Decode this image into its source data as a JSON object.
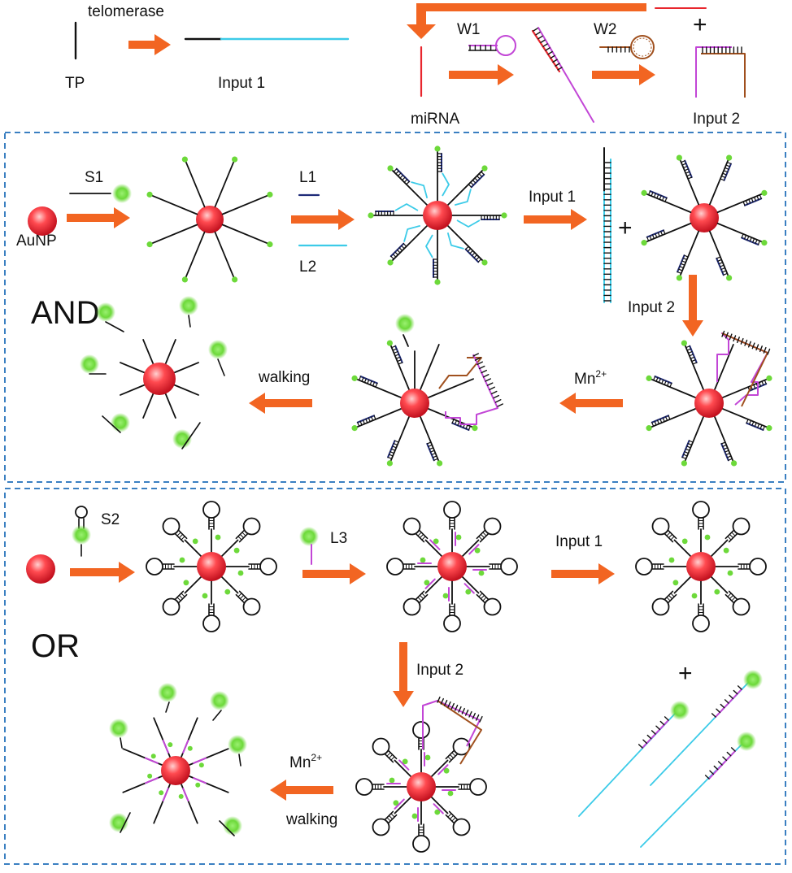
{
  "colors": {
    "arrow": "#f26522",
    "gold_red": "#e8262d",
    "frame": "#3a7fc1",
    "cyan": "#3ccbe8",
    "navy": "#1e2a78",
    "magenta": "#c246d6",
    "brown": "#a0501e",
    "green": "#6dd93a",
    "dark": "#111111"
  },
  "top": {
    "telomerase": "telomerase",
    "tp": "TP",
    "input1": "Input 1",
    "w1": "W1",
    "w2": "W2",
    "plus": "+",
    "mirna": "miRNA",
    "input2": "Input 2"
  },
  "and_panel": {
    "title": "AND",
    "s1": "S1",
    "aunp": "AuNP",
    "l1": "L1",
    "l2": "L2",
    "input1": "Input 1",
    "plus": "+",
    "input2": "Input 2",
    "mn": "Mn",
    "mn_sup": "2+",
    "walking": "walking"
  },
  "or_panel": {
    "title": "OR",
    "s2": "S2",
    "l3": "L3",
    "input1": "Input 1",
    "input2": "Input 2",
    "plus": "+",
    "mn": "Mn",
    "mn_sup": "2+",
    "walking": "walking"
  }
}
